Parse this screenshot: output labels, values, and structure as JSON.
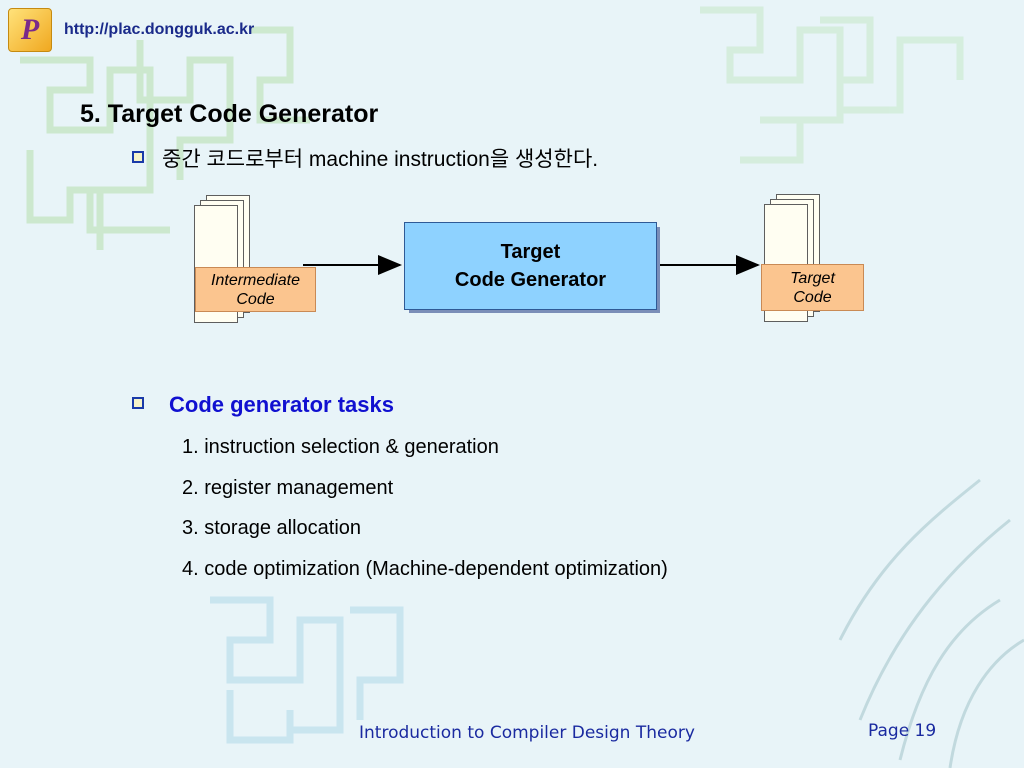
{
  "header": {
    "logo_letter": "P",
    "url": "http://plac.dongguk.ac.kr"
  },
  "slide": {
    "title": "5. Target Code Generator",
    "subtitle": "중간 코드로부터 machine instruction을 생성한다.",
    "diagram": {
      "input_label_line1": "Intermediate",
      "input_label_line2": "Code",
      "generator_line1": "Target",
      "generator_line2": "Code Generator",
      "output_label_line1": "Target",
      "output_label_line2": "Code"
    },
    "tasks_heading": "Code generator tasks",
    "tasks": [
      "1. instruction selection & generation",
      "2. register management",
      "3. storage allocation",
      "4. code optimization (Machine-dependent optimization)"
    ]
  },
  "footer": {
    "course_title": "Introduction to Compiler Design Theory",
    "page": "Page 19"
  }
}
